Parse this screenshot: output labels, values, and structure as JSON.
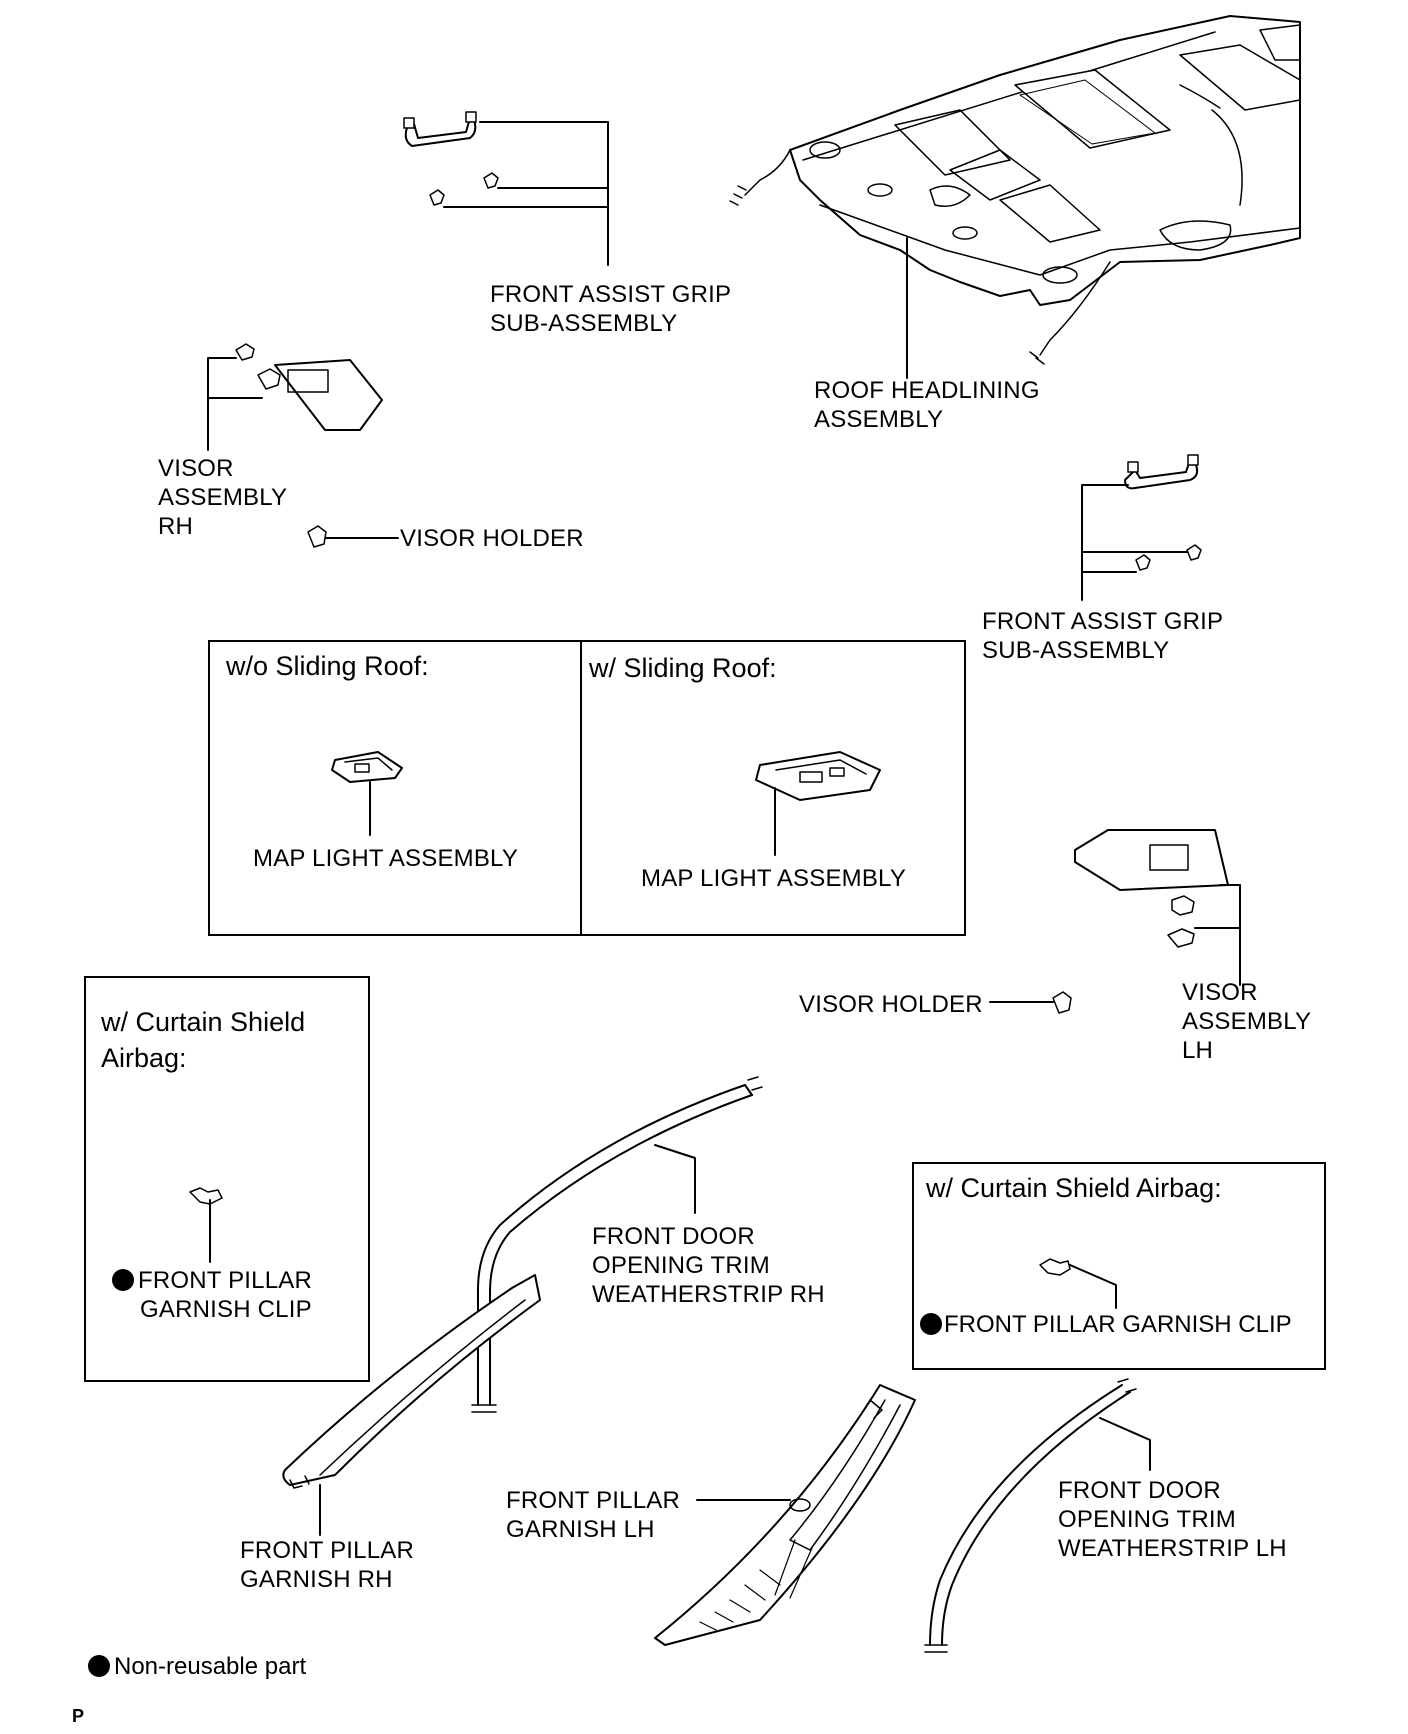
{
  "labels": {
    "front_assist_grip_rh": [
      "FRONT ASSIST GRIP",
      "SUB-ASSEMBLY"
    ],
    "roof_headlining": [
      "ROOF HEADLINING",
      "ASSEMBLY"
    ],
    "visor_assembly_rh": [
      "VISOR",
      "ASSEMBLY",
      "RH"
    ],
    "visor_holder_rh": "VISOR HOLDER",
    "front_assist_grip_lh": [
      "FRONT ASSIST GRIP",
      "SUB-ASSEMBLY"
    ],
    "map_light_a": "MAP LIGHT ASSEMBLY",
    "map_light_b": "MAP LIGHT ASSEMBLY",
    "visor_holder_lh": "VISOR HOLDER",
    "visor_assembly_lh": [
      "VISOR",
      "ASSEMBLY",
      "LH"
    ],
    "weatherstrip_rh": [
      "FRONT DOOR",
      "OPENING TRIM",
      "WEATHERSTRIP RH"
    ],
    "pillar_clip_left": [
      "FRONT PILLAR",
      "GARNISH CLIP"
    ],
    "pillar_clip_right": "FRONT PILLAR GARNISH CLIP",
    "pillar_garnish_lh": [
      "FRONT PILLAR",
      "GARNISH LH"
    ],
    "pillar_garnish_rh": [
      "FRONT PILLAR",
      "GARNISH RH"
    ],
    "weatherstrip_lh": [
      "FRONT DOOR",
      "OPENING TRIM",
      "WEATHERSTRIP LH"
    ],
    "legend": "Non-reusable part",
    "corner_mark": "P"
  },
  "boxes": {
    "wo_sliding_roof": "w/o Sliding Roof:",
    "w_sliding_roof": "w/ Sliding Roof:",
    "curtain_left": [
      "w/ Curtain Shield",
      "Airbag:"
    ],
    "curtain_right": "w/ Curtain Shield Airbag:"
  }
}
